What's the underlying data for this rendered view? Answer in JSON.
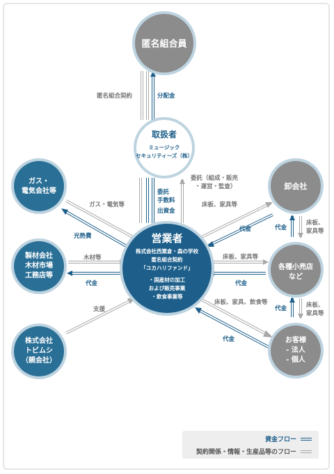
{
  "colors": {
    "primary": "#1d5f8a",
    "secondary": "#2a6f96",
    "gray_node": "#8c8c8c",
    "gray_ring": "#bdd3e0",
    "flow_blue": "#1d5f8a",
    "flow_gray": "#a8a8a8",
    "label_gray": "#777777"
  },
  "nodes": {
    "investor": "匿名組合員",
    "handler_title": "取扱者",
    "handler_sub1": "ミュージック",
    "handler_sub2": "セキュリティーズ（株）",
    "operator_title": "営業者",
    "operator_l1": "株式会社西粟倉・森の学校",
    "operator_l2": "匿名組合契約",
    "operator_l3": "「ユカハリファンド」",
    "operator_l4": "・国産材の加工",
    "operator_l5": "および販売事業",
    "operator_l6": "・飲食事業等",
    "gas_l1": "ガス・",
    "gas_l2": "電気会社等",
    "lumber_l1": "製材会社",
    "lumber_l2": "木材市場",
    "lumber_l3": "工務店等",
    "tobimushi_l1": "株式会社",
    "tobimushi_l2": "トビムシ",
    "tobimushi_l3": "（親会社）",
    "wholesaler": "卸会社",
    "retail_l1": "各種小売店",
    "retail_l2": "など",
    "customer_l1": "お客様",
    "customer_l2": "- 法人",
    "customer_l3": "- 個人"
  },
  "labels": {
    "tokumei_keiyaku": "匿名組合契約",
    "bunpaikin": "分配金",
    "itaku1": "委託（組成・販売",
    "itaku2": "・運営・監査）",
    "itaku_fee1": "委託",
    "itaku_fee2": "手数料",
    "shusshikin": "出資金",
    "gas_denki": "ガス・電気等",
    "konetsu": "光熱費",
    "mokuzai": "木材等",
    "daikin_left": "代金",
    "shien": "支援",
    "yuka_kagu_top": "床板、家具等",
    "daikin_top": "代金",
    "yuka_kagu_mid": "床板、家具等",
    "daikin_mid": "代金",
    "yuka_kagu_inshoku": "床板、家具、飲食等",
    "daikin_bottom": "代金",
    "daikin_r1": "代金",
    "yuka_r1a": "床板、",
    "yuka_r1b": "家具等",
    "daikin_r2": "代金",
    "yuka_r2a": "床板、",
    "yuka_r2b": "家具等"
  },
  "legend": {
    "money_flow": "資金フロー",
    "contract_flow": "契約関係・情報・生産品等のフロー"
  }
}
